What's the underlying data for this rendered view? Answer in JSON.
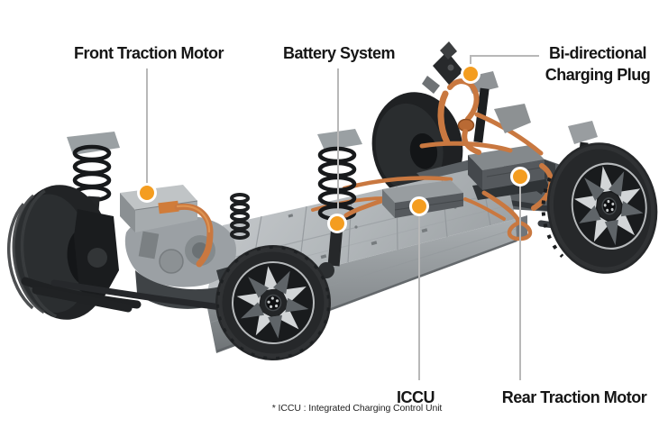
{
  "callouts": {
    "front_motor": {
      "label": "Front Traction Motor"
    },
    "battery": {
      "label": "Battery System"
    },
    "charging_plug": {
      "label_line1": "Bi-directional",
      "label_line2": "Charging Plug"
    },
    "iccu": {
      "label": "ICCU"
    },
    "rear_motor": {
      "label": "Rear Traction Motor"
    }
  },
  "footnote": "* ICCU : Integrated Charging Control Unit",
  "colors": {
    "marker_orange": "#F49D20",
    "cable_orange": "#C97840",
    "leader_line_gray": "#B8B8B8",
    "label_text": "#161616",
    "background": "#FFFFFF"
  },
  "illustration_parts": [
    "front-left-wheel",
    "front-right-wheel",
    "rear-left-wheel",
    "rear-right-wheel",
    "battery-pack",
    "front-traction-motor",
    "rear-traction-motor",
    "iccu-unit",
    "bi-directional-charging-plug",
    "high-voltage-cables",
    "suspension-struts"
  ]
}
